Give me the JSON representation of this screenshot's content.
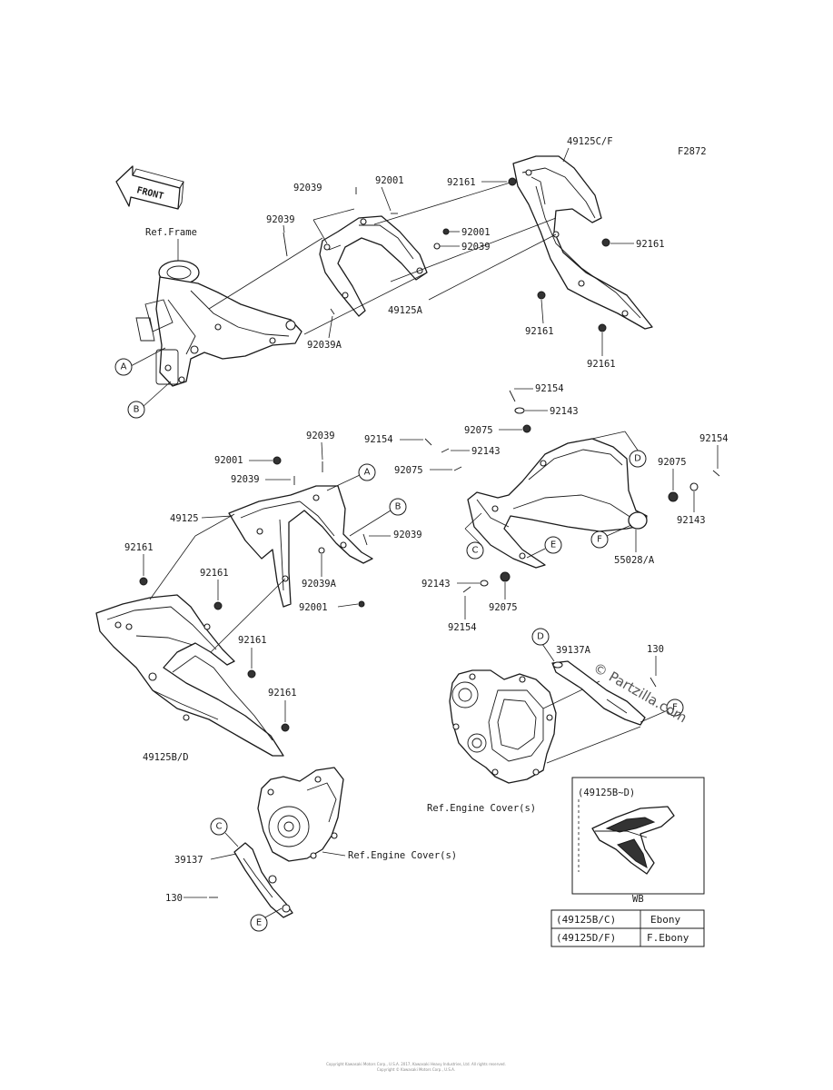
{
  "figure_code": "F2872",
  "front_arrow_label": "FRONT",
  "references": {
    "frame": "Ref.Frame",
    "engine_cover_right": "Ref.Engine Cover(s)",
    "engine_cover_left": "Ref.Engine Cover(s)"
  },
  "part_labels": {
    "p49125C_F": "49125C/F",
    "p92161_a": "92161",
    "p92161_b": "92161",
    "p92161_c": "92161",
    "p92161_d": "92161",
    "p92039_a": "92039",
    "p92001_a": "92001",
    "p92039_b": "92039",
    "p92001_b": "92001",
    "p92039_c": "92039",
    "p49125A": "49125A",
    "p92039A_a": "92039A",
    "p92154_a": "92154",
    "p92143_a": "92143",
    "p92075_a": "92075",
    "p92154_b": "92154",
    "p92143_b": "92143",
    "p92075_b": "92075",
    "p92075_c": "92075",
    "p92154_c": "92154",
    "p92143_c": "92143",
    "p55028A": "55028/A",
    "p92143_d": "92143",
    "p92075_d": "92075",
    "p92154_d": "92154",
    "p92001_c": "92001",
    "p92039_d": "92039",
    "p92039_e": "92039",
    "p49125": "49125",
    "p92039_f": "92039",
    "p92161_e": "92161",
    "p92161_f": "92161",
    "p92039A_b": "92039A",
    "p92001_d": "92001",
    "p92161_g": "92161",
    "p92161_h": "92161",
    "p49125B_D": "49125B/D",
    "p39137A": "39137A",
    "p130_a": "130",
    "p39137": "39137",
    "p130_b": "130"
  },
  "callout_letters": {
    "A1": "A",
    "B1": "B",
    "A2": "A",
    "B2": "B",
    "C1": "C",
    "D1": "D",
    "E1": "E",
    "F1": "F",
    "D2": "D",
    "F2": "F",
    "C2": "C",
    "E2": "E"
  },
  "inset": {
    "title": "(49125B~D)",
    "caption": "WB"
  },
  "color_table": {
    "rows": [
      {
        "part": "(49125B/C)",
        "color": "Ebony"
      },
      {
        "part": "(49125D/F)",
        "color": "F.Ebony"
      }
    ]
  },
  "watermark": "© Partzilla.com",
  "footer_line1": "Copyright Kawasaki Motors Corp., U.S.A. 2017, Kawasaki Heavy Industries, Ltd. All rights reserved.",
  "footer_line2": "Copyright © Kawasaki Motors Corp., U.S.A."
}
